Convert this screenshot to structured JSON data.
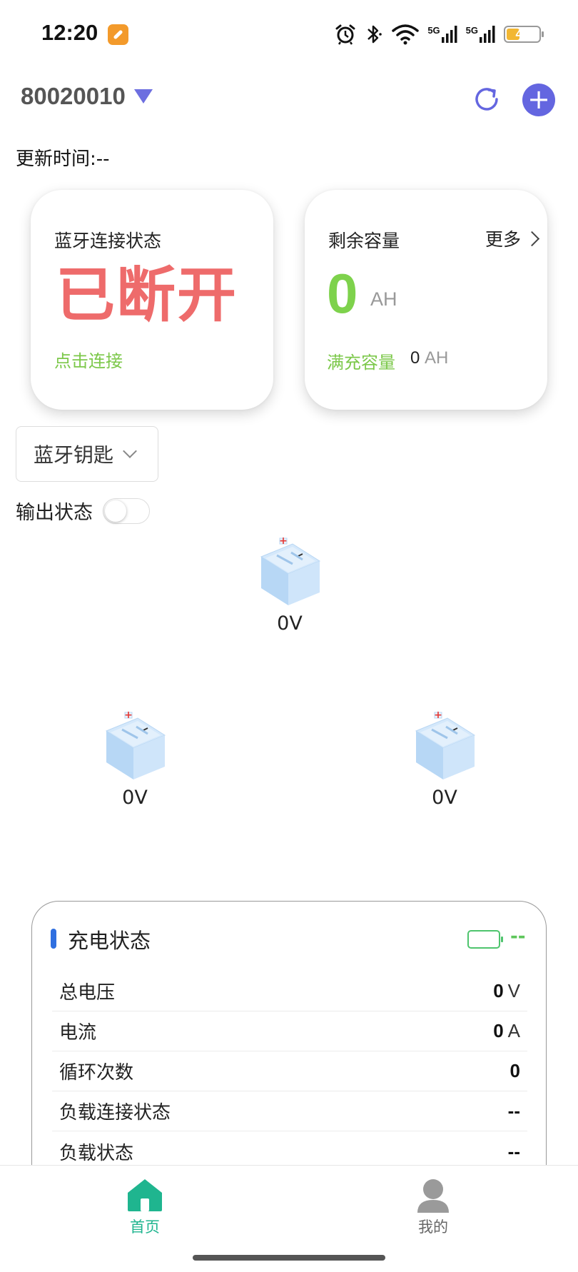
{
  "status_bar": {
    "time": "12:20",
    "network_1": "5G",
    "network_2": "5G",
    "battery_level": "41",
    "battery_fill_fraction": 0.41,
    "battery_color": "#f2b733"
  },
  "header": {
    "device_id": "80020010",
    "update_time": "更新时间:--"
  },
  "bluetooth_card": {
    "title": "蓝牙连接状态",
    "status": "已断开",
    "action": "点击连接",
    "status_color": "#ee6b6b",
    "action_color": "#7cc84a"
  },
  "capacity_card": {
    "title": "剩余容量",
    "more": "更多",
    "value": "0",
    "unit": "AH",
    "full_label": "满充容量",
    "full_value": "0",
    "full_unit": "AH",
    "value_color": "#7ed24c"
  },
  "controls": {
    "key_select": "蓝牙钥匙",
    "output_label": "输出状态",
    "output_on": false
  },
  "batteries": {
    "top": "0V",
    "left": "0V",
    "right": "0V"
  },
  "charge_panel": {
    "title": "充电状态",
    "status": "--",
    "rows": [
      {
        "label": "总电压",
        "value": "0",
        "unit": "V"
      },
      {
        "label": "电流",
        "value": "0",
        "unit": "A"
      },
      {
        "label": "循环次数",
        "value": "0",
        "unit": ""
      },
      {
        "label": "负载连接状态",
        "value": "--",
        "unit": ""
      },
      {
        "label": "负载状态",
        "value": "--",
        "unit": ""
      }
    ]
  },
  "nav": {
    "home": "首页",
    "mine": "我的",
    "active_color": "#1fb58f"
  },
  "icons": [
    "alarm-icon",
    "bluetooth-icon",
    "wifi-icon",
    "signal-icon",
    "battery-icon",
    "refresh-icon",
    "add-icon",
    "home-icon",
    "user-icon",
    "car-battery-icon"
  ]
}
